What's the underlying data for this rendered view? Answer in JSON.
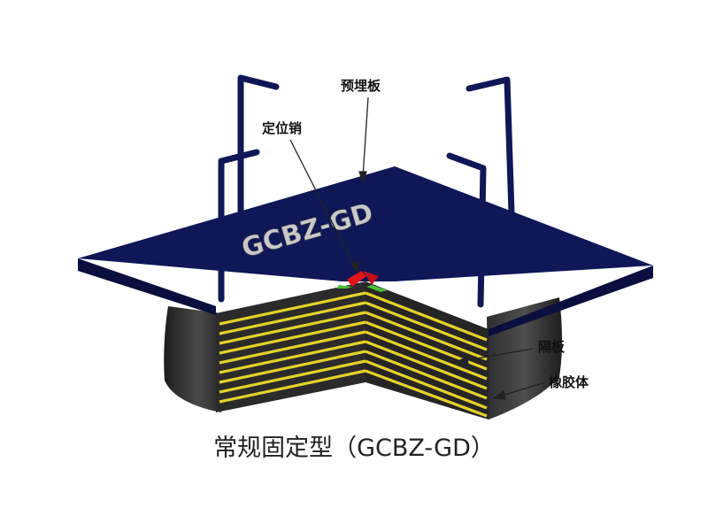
{
  "labels": {
    "embedded_plate": "预埋板",
    "locating_pin": "定位销",
    "steel_shim": "隔板",
    "rubber_body": "橡胶体"
  },
  "plate_marking": "GCBZ-GD",
  "caption": "常规固定型（GCBZ-GD）",
  "colors": {
    "plate": "#0f1757",
    "plate_edge": "#0a0f3f",
    "rubber": "#333333",
    "shim": "#e4d22a",
    "pin_red": "#e0141a",
    "pin_green": "#4bbf3a",
    "marking_text": "#c9c9c9"
  }
}
